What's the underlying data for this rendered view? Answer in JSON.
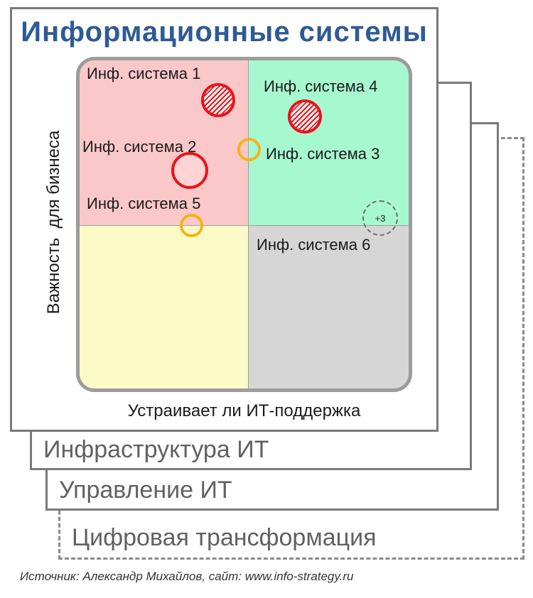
{
  "title": "Информационные системы",
  "axes": {
    "y_label": "Важность  для бизнеса",
    "x_label": "Устраивает ли ИТ-поддержка"
  },
  "systems": [
    {
      "label": "Инф. система 1",
      "quadrant": "top-left",
      "marker": "red-hatched"
    },
    {
      "label": "Инф. система 2",
      "quadrant": "top-left",
      "marker": "red"
    },
    {
      "label": "Инф. система 3",
      "quadrant": "top-right",
      "marker": "yellow"
    },
    {
      "label": "Инф. система 4",
      "quadrant": "top-right",
      "marker": "red-hatched"
    },
    {
      "label": "Инф. система 5",
      "quadrant": "top-left",
      "marker": "yellow"
    },
    {
      "label": "Инф. система 6",
      "quadrant": "bottom-right",
      "marker": "none"
    }
  ],
  "extra_bubble": {
    "label": "+3",
    "marker": "gray-dashed"
  },
  "colors": {
    "title": "#2e5b92",
    "quadrant_top_left": "#fbc8c9",
    "quadrant_top_right": "#a6f8cf",
    "quadrant_bottom_left": "#fcfbc8",
    "quadrant_bottom_right": "#d6d6d6",
    "marker_red": "#e8141b",
    "marker_yellow": "#f3b417"
  },
  "layers": [
    {
      "label": "Инфраструктура ИТ",
      "border": "solid"
    },
    {
      "label": "Управление ИТ",
      "border": "solid"
    },
    {
      "label": "Цифровая трансформация",
      "border": "dashed"
    }
  ],
  "source": "Источник: Александр Михайлов, сайт: www.info-strategy.ru"
}
